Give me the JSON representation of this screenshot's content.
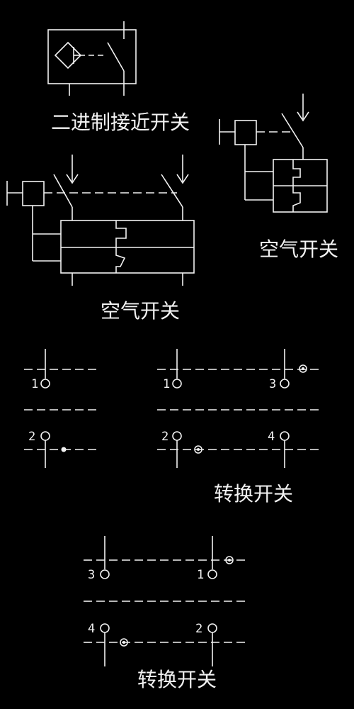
{
  "symbols": {
    "proximity_switch": {
      "caption": "二进制接近开关"
    },
    "air_switch_small": {
      "caption": "空气开关"
    },
    "air_switch_large": {
      "caption": "空气开关"
    },
    "changeover_a": {
      "contacts": [
        "1",
        "2"
      ]
    },
    "changeover_b": {
      "contacts": [
        "1",
        "3",
        "2",
        "4"
      ],
      "caption": "转换开关"
    },
    "changeover_c": {
      "contacts": [
        "3",
        "1",
        "4",
        "2"
      ],
      "caption": "转换开关"
    }
  },
  "colors": {
    "background": "#000000",
    "line": "#f2f2f2"
  }
}
